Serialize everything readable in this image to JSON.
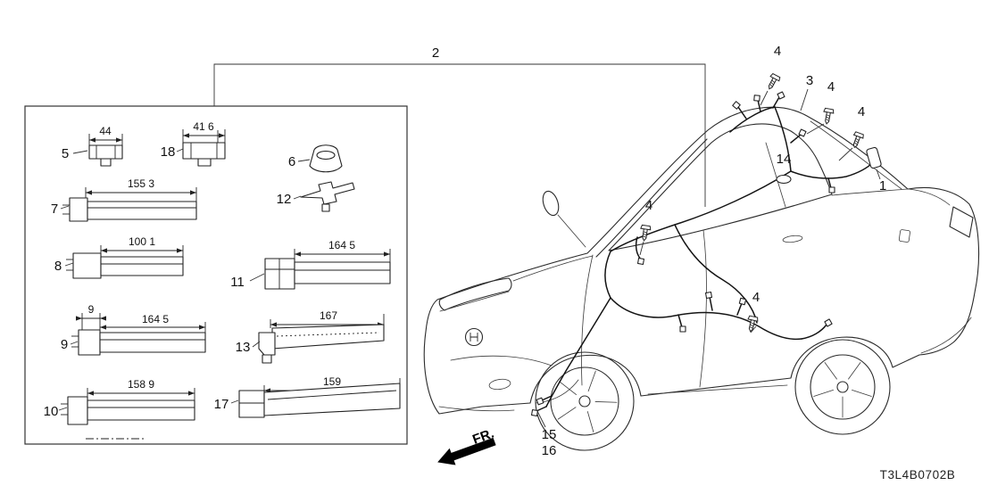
{
  "doc": {
    "part_code": "T3L4B0702B",
    "fr_label": "FR."
  },
  "callouts": {
    "c1": "1",
    "c2": "2",
    "c3": "3",
    "c4": "4",
    "c5": "5",
    "c6": "6",
    "c7": "7",
    "c8": "8",
    "c9": "9",
    "c10": "10",
    "c11": "11",
    "c12": "12",
    "c13": "13",
    "c14": "14",
    "c15": "15",
    "c16": "16",
    "c17": "17",
    "c18": "18"
  },
  "dims": {
    "item5": "44",
    "item18": "41 6",
    "item7": "155 3",
    "item8": "100 1",
    "item11": "164 5",
    "item9_a": "9",
    "item9_b": "164 5",
    "item13": "167",
    "item10": "158 9",
    "item17": "159"
  }
}
